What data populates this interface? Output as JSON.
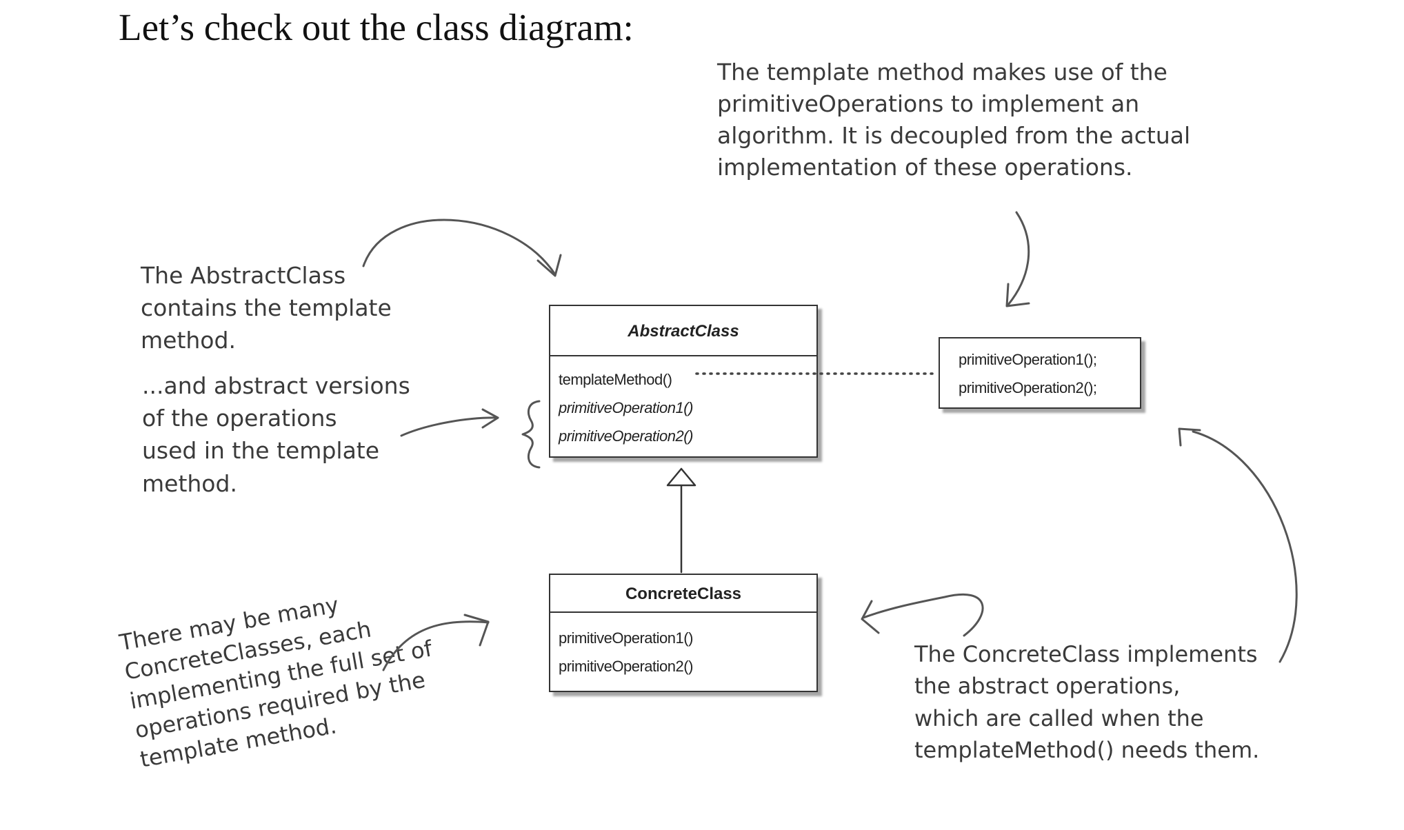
{
  "heading": "Let’s check out the class diagram:",
  "notes": {
    "template_method": [
      "The template method makes use of the",
      "primitiveOperations to implement an",
      "algorithm. It is decoupled from the actual",
      "implementation of these operations."
    ],
    "abstract_class": [
      "The AbstractClass",
      "contains the template",
      "method."
    ],
    "abstract_versions": [
      "...and abstract versions",
      "of the operations",
      "used in the template",
      "method."
    ],
    "concrete_class": [
      "The ConcreteClass implements",
      "the abstract operations,",
      "which are called when the",
      "templateMethod() needs them."
    ],
    "many_concrete": [
      "There may be many",
      "ConcreteClasses, each",
      "implementing the full set of",
      "operations required by the",
      "template method."
    ]
  },
  "abstract_class": {
    "name": "AbstractClass",
    "operations": [
      "templateMethod()",
      "primitiveOperation1()",
      "primitiveOperation2()"
    ]
  },
  "concrete_class": {
    "name": "ConcreteClass",
    "operations": [
      "primitiveOperation1()",
      "primitiveOperation2()"
    ]
  },
  "template_body": {
    "lines": [
      "primitiveOperation1();",
      "primitiveOperation2();"
    ]
  },
  "colors": {
    "text": "#3a3a3a",
    "box_border": "#333333",
    "arrow": "#555555"
  }
}
